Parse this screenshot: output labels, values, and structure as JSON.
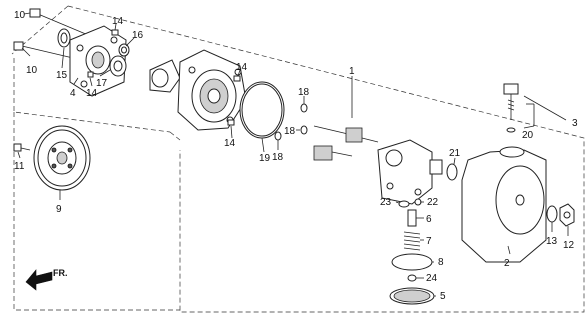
{
  "callouts": {
    "c1": "1",
    "c2": "2",
    "c3": "3",
    "c4": "4",
    "c5": "5",
    "c6": "6",
    "c7": "7",
    "c8": "8",
    "c9": "9",
    "c10a": "10",
    "c10b": "10",
    "c11": "11",
    "c12": "12",
    "c13": "13",
    "c14a": "14",
    "c14b": "14",
    "c14c": "14",
    "c14d": "14",
    "c15": "15",
    "c16": "16",
    "c17": "17",
    "c18a": "18",
    "c18b": "18",
    "c18c": "18",
    "c19": "19",
    "c20": "20",
    "c21": "21",
    "c22": "22",
    "c23": "23",
    "c24": "24"
  },
  "direction_label": "FR."
}
